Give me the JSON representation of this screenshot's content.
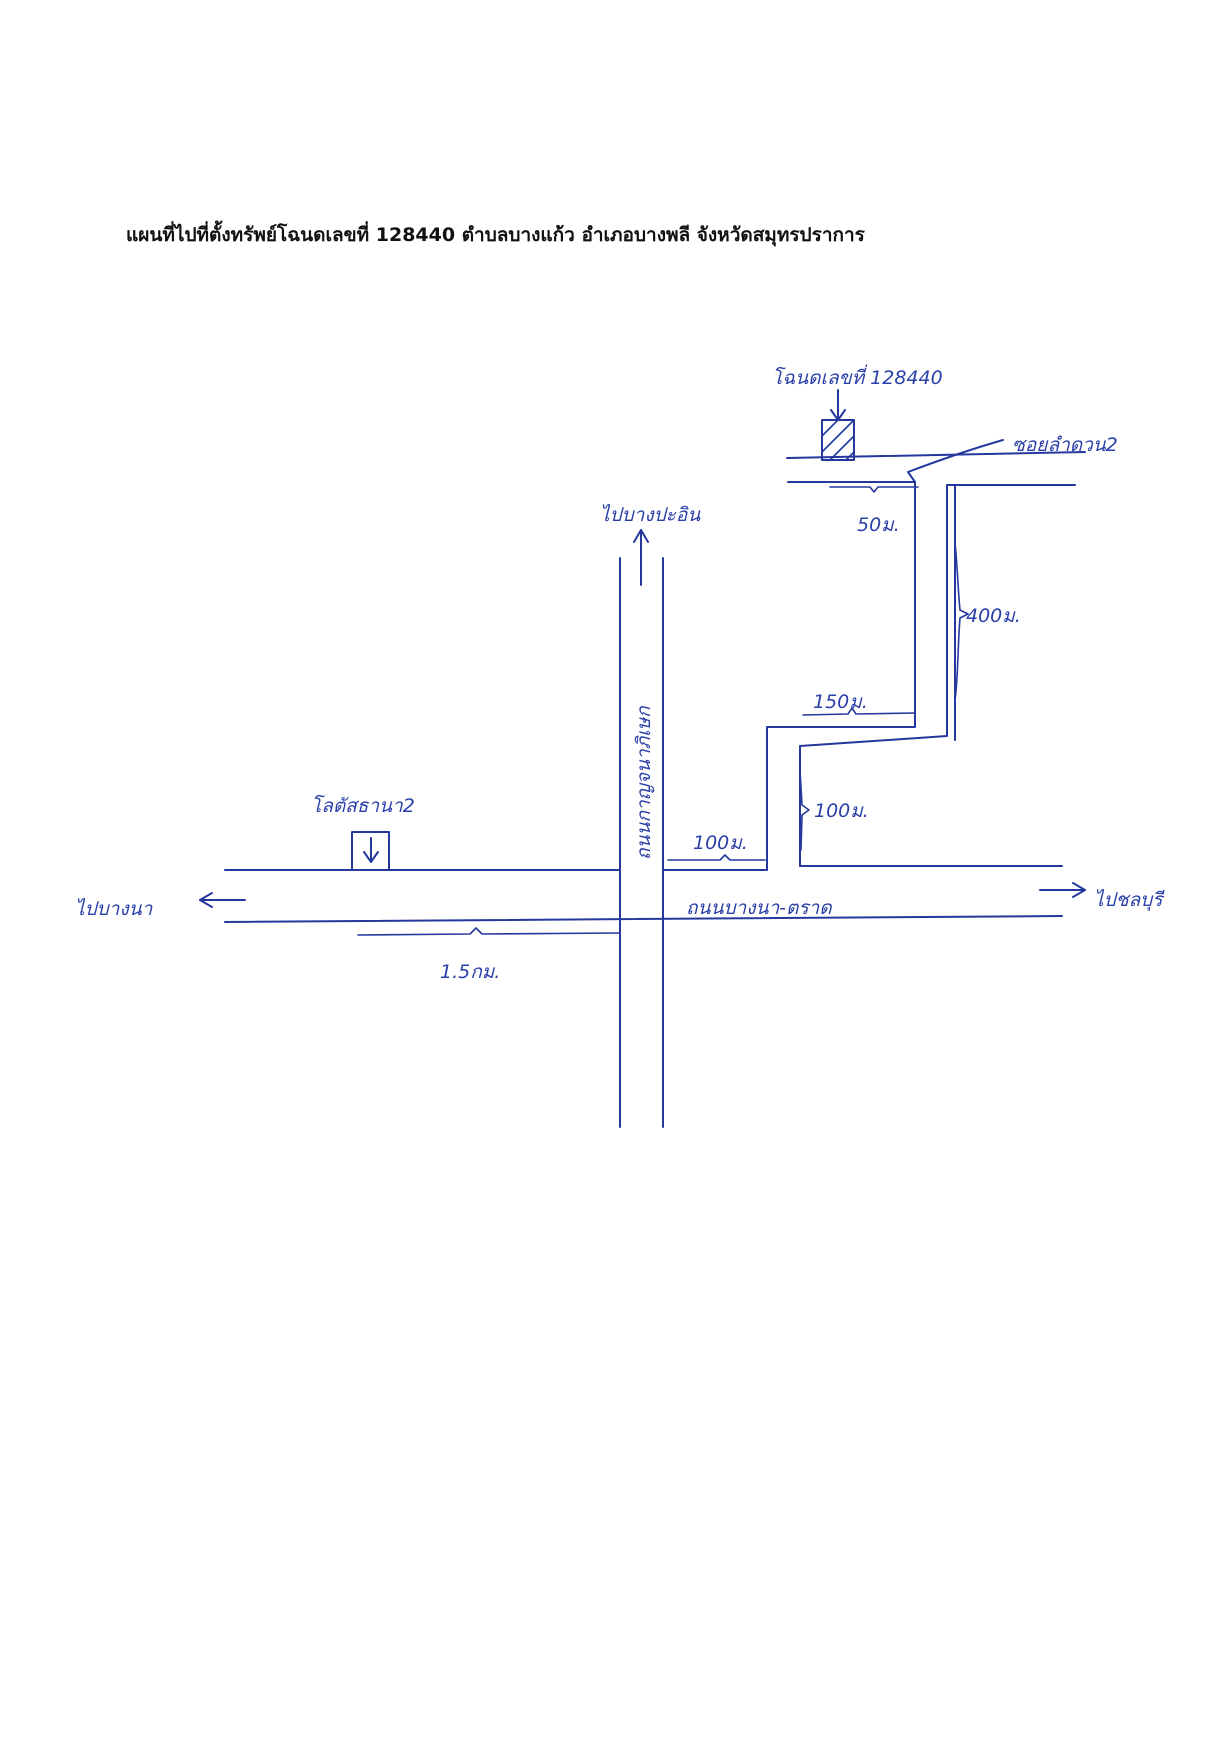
{
  "title": "แผนที่ไปที่ตั้งทรัพย์โฉนดเลขที่ 128440 ตำบลบางแก้ว อำเภอบางพลี จังหวัดสมุทรปราการ",
  "map": {
    "parcel_label": "โฉนดเลขที่ 128440",
    "soi_label": "ซอยลำดวน2",
    "north_dest": "ไปบางปะอิน",
    "east_dest": "ไปชลบุรี",
    "west_dest": "ไปบางนา",
    "vertical_road_name": "ถนนกาญจนาภิเษก",
    "main_road_name": "ถนนบางนา-ตราด",
    "lotus_label": "โลตัสธานา2",
    "dist_50": "50ม.",
    "dist_400": "400ม.",
    "dist_150": "150ม.",
    "dist_100_vertical": "100ม.",
    "dist_100_horizontal": "100ม.",
    "dist_1_5": "1.5กม."
  },
  "colors": {
    "ink": "#25389e",
    "title": "#111111"
  }
}
